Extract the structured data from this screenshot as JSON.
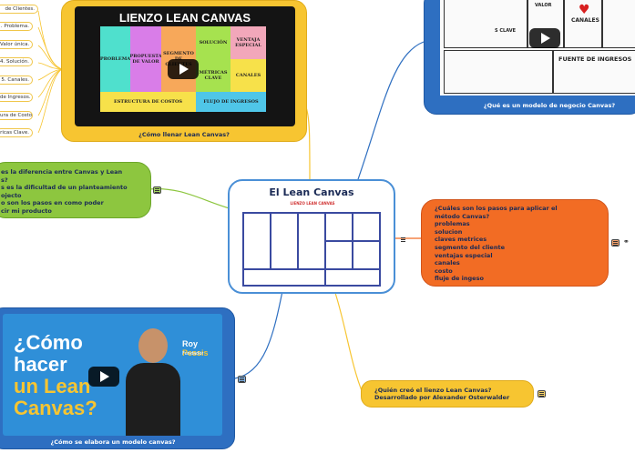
{
  "central": {
    "title": "El Lean Canvas",
    "thumb_title": "LIENZO LEAN CANVAS"
  },
  "left_list": [
    "de Clientes.",
    ". Problema.",
    "Valor única.",
    "4. Solución.",
    "5. Canales.",
    "de Ingresos.",
    "ura de Costo.",
    "ricas Clave."
  ],
  "video_top": {
    "title": "LIENZO LEAN CANVAS",
    "caption": "¿Cómo llenar Lean Canvas?",
    "cells": {
      "problema": "PROBLEMA",
      "solucion": "SOLUCIÓN",
      "propuesta": "PROPUESTA DE VALOR",
      "ventaja": "VENTAJA ESPECIAL",
      "segmento": "SEGMENTO DE CLIENTES",
      "metricas": "MÉTRICAS CLAVE",
      "canales": "CANALES",
      "costos": "ESTRUCTURA DE COSTOS",
      "ingresos": "FLUJO DE INGRESOS"
    }
  },
  "left_questions": [
    "es la diferencia entre Canvas y Lean",
    "s?",
    "s es la dificultad de un planteamiento",
    "ojecto",
    "o son los pasos en como poder",
    "cir mi producto"
  ],
  "video_bottom": {
    "caption": "¿Cómo se elabora un modelo canvas?",
    "line1": "¿Cómo",
    "line2": "hacer",
    "line3": "un Lean",
    "line4": "Canvas?",
    "person_name": "Roy",
    "person_surname": "Pessis",
    "founder": "Fundador"
  },
  "top_right": {
    "caption": "¿Qué es un modelo de negocio Canvas?",
    "labels": {
      "valor": "VALOR",
      "canales": "CANALES",
      "clave": "S CLAVE",
      "fuente": "FUENTE DE INGRESOS"
    }
  },
  "steps": {
    "items": [
      "¿Cuáles son los pasos para aplicar el",
      "método Canvas?",
      "problemas",
      "solucion",
      "claves metrices",
      "segmento del cliente",
      "ventajas especial",
      "canales",
      "costo",
      "fluje de ingeso"
    ]
  },
  "creator": {
    "line1": "¿Quién creó el lienzo Lean Canvas?",
    "line2": "Desarrollado por Alexander Osterwalder"
  },
  "colors": {
    "green": "#8dc63f",
    "orange": "#f26c24",
    "yellow": "#f7c531",
    "blue": "#2e6fc1",
    "central_border": "#4a8fd6"
  }
}
